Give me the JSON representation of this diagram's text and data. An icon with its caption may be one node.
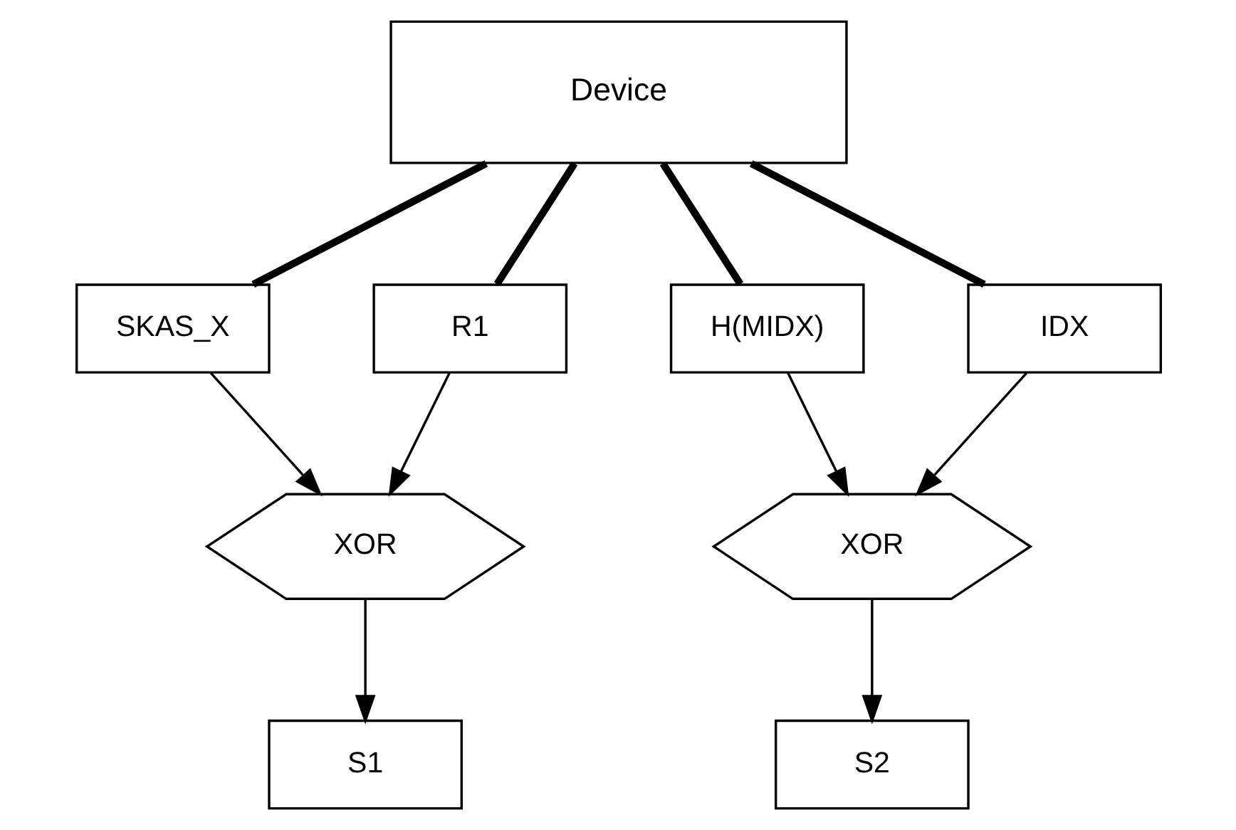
{
  "diagram": {
    "nodes": [
      {
        "text": [
          "Device"
        ]
      },
      {
        "text": [
          "SKAS_X"
        ]
      },
      {
        "text": [
          "R1"
        ]
      },
      {
        "text": [
          "H(MIDX)"
        ]
      },
      {
        "text": [
          "IDX"
        ]
      },
      {
        "text": [
          "XOR"
        ]
      },
      {
        "text": [
          "XOR"
        ]
      },
      {
        "text": [
          "S1"
        ]
      },
      {
        "text": [
          "S2"
        ]
      }
    ],
    "edges": [
      {
        "from": 0,
        "to": 1,
        "arrow": "none",
        "style": "thick"
      },
      {
        "from": 0,
        "to": 2,
        "arrow": "none",
        "style": "thick"
      },
      {
        "from": 0,
        "to": 3,
        "arrow": "none",
        "style": "thick"
      },
      {
        "from": 0,
        "to": 4,
        "arrow": "none",
        "style": "thick"
      },
      {
        "from": 1,
        "to": 5,
        "arrow": "to"
      },
      {
        "from": 2,
        "to": 5,
        "arrow": "to"
      },
      {
        "from": 3,
        "to": 6,
        "arrow": "to"
      },
      {
        "from": 4,
        "to": 6,
        "arrow": "to"
      },
      {
        "from": 5,
        "to": 7,
        "arrow": "to"
      },
      {
        "from": 6,
        "to": 8,
        "arrow": "to"
      }
    ]
  }
}
